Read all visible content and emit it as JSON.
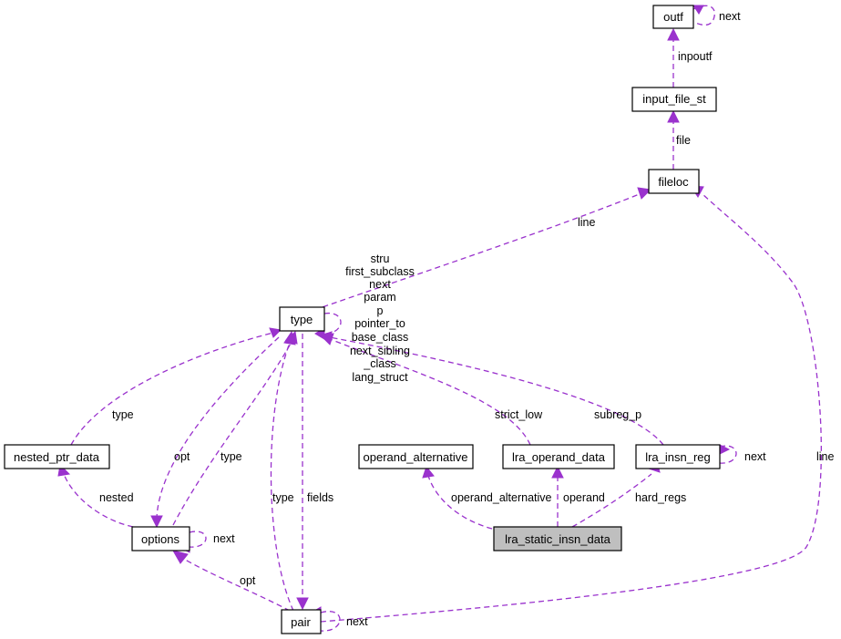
{
  "diagram": {
    "accent_color": "#9a32cd",
    "focus_fill": "#bfbfbf",
    "nodes": {
      "outf": "outf",
      "input_file_st": "input_file_st",
      "fileloc": "fileloc",
      "type": "type",
      "nested_ptr_data": "nested_ptr_data",
      "options": "options",
      "pair": "pair",
      "operand_alternative": "operand_alternative",
      "lra_operand_data": "lra_operand_data",
      "lra_insn_reg": "lra_insn_reg",
      "lra_static_insn_data": "lra_static_insn_data"
    },
    "labels": {
      "outf_next": "next",
      "inpoutf": "inpoutf",
      "file": "file",
      "line_type": "line",
      "line_pair": "line",
      "type_self": [
        "stru",
        "first_subclass",
        "next",
        "param",
        "p",
        "pointer_to",
        "base_class",
        "next_sibling",
        "_class",
        "lang_struct"
      ],
      "nested_type": "type",
      "options_opt": "opt",
      "options_type": "type",
      "nested": "nested",
      "options_next": "next",
      "pair_type": "type",
      "fields": "fields",
      "pair_opt": "opt",
      "pair_next": "next",
      "strict_low": "strict_low",
      "subreg_p": "subreg_p",
      "insn_reg_next": "next",
      "operand_alternative": "operand_alternative",
      "operand": "operand",
      "hard_regs": "hard_regs"
    }
  }
}
